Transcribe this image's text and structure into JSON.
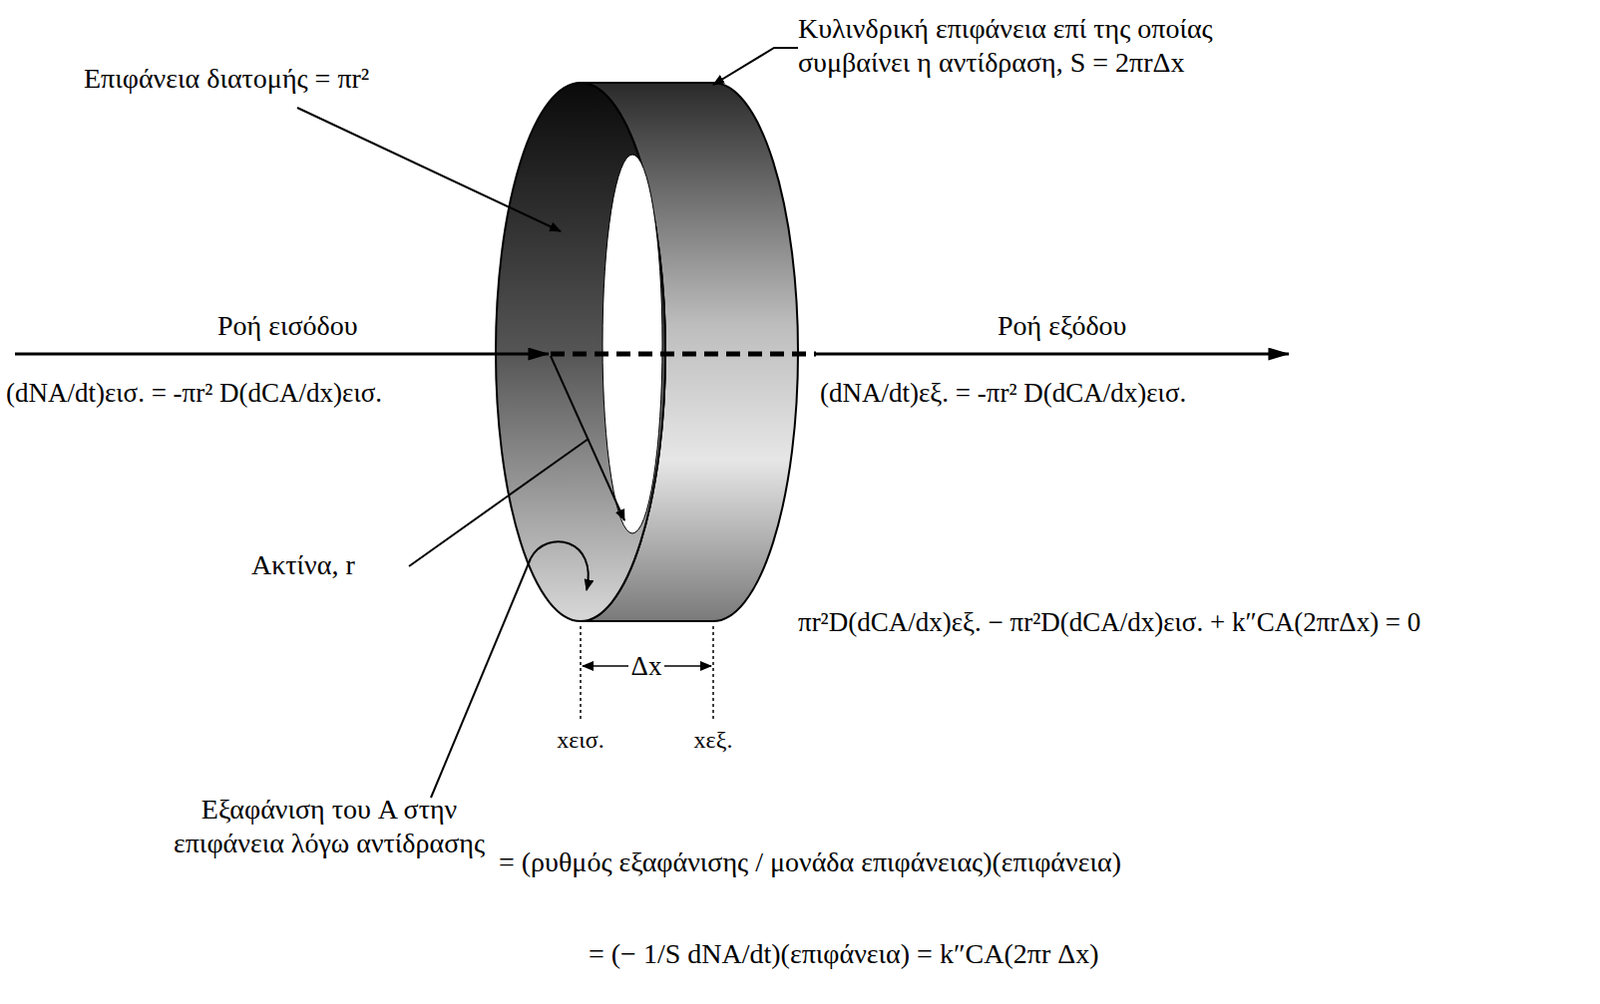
{
  "diagram": {
    "labels": [
      "Κυλινδρική επιφάνεια επί της οποίας συμβαίνει η αντίδραση, S = 2πrΔx",
      "Επιφάνεια διατομής = πr²",
      "Ροή εισόδου",
      "(dNA/dt)εισ. = -πr² D(dCA/dx)εισ.",
      "Ροή εξόδου",
      "(dNA/dt)εξ. = -πr² D(dCA/dx)εισ.",
      "Ακτίνα, r",
      "πr²D(dCA/dx)εξ. − πr²D(dCA/dx)εισ. + k″CA(2πrΔx) = 0",
      "Δx",
      "xεισ.",
      "xεξ.",
      "Εξαφάνιση του A στην επιφάνεια λόγω αντίδρασης",
      "= (ρυθμός εξαφάνισης / μονάδα επιφάνειας)(επιφάνεια)",
      "= (− 1/S dNA/dt)(επιφάνεια) = k″CA(2πr Δx)"
    ]
  }
}
